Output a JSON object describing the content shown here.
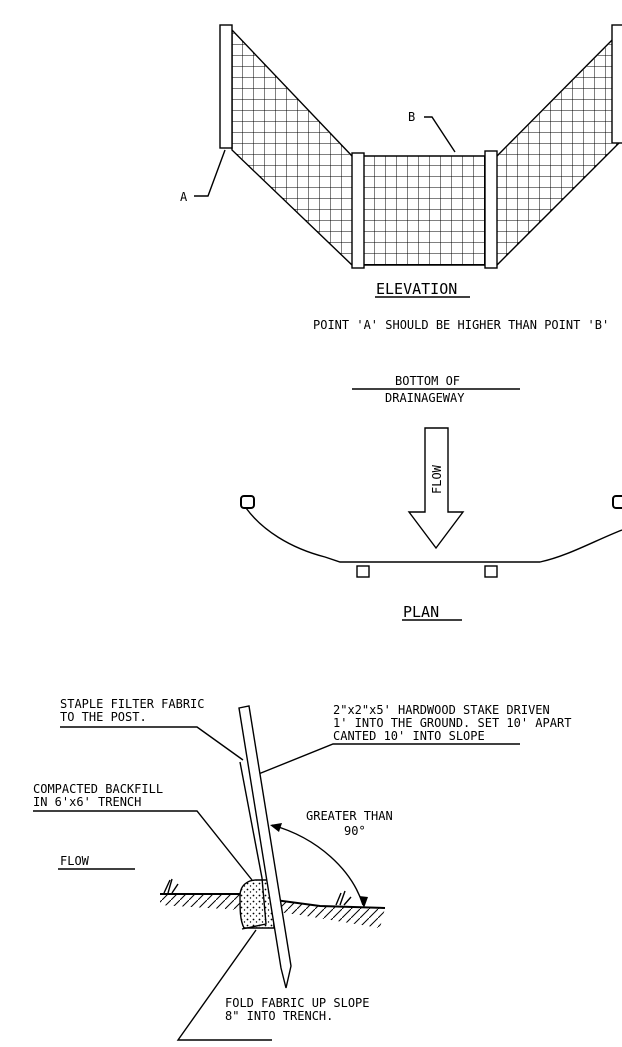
{
  "elevation": {
    "label_a": "A",
    "label_b": "B",
    "title": "ELEVATION",
    "note": "POINT 'A' SHOULD BE HIGHER THAN POINT 'B'"
  },
  "plan": {
    "bottom_of": "BOTTOM OF",
    "drainageway": "DRAINAGEWAY",
    "flow": "FLOW",
    "title": "PLAN"
  },
  "section": {
    "staple_line1": "STAPLE FILTER FABRIC",
    "staple_line2": "TO THE POST.",
    "stake_line1": "2\"x2\"x5' HARDWOOD STAKE DRIVEN",
    "stake_line2": "1' INTO THE GROUND.  SET 10' APART",
    "stake_line3": "CANTED 10' INTO SLOPE",
    "backfill_line1": "COMPACTED BACKFILL",
    "backfill_line2": "IN 6'x6' TRENCH",
    "greater_line1": "GREATER THAN",
    "greater_line2": "90°",
    "flow": "FLOW",
    "fold_line1": "FOLD FABRIC UP SLOPE",
    "fold_line2": "8\" INTO TRENCH."
  }
}
